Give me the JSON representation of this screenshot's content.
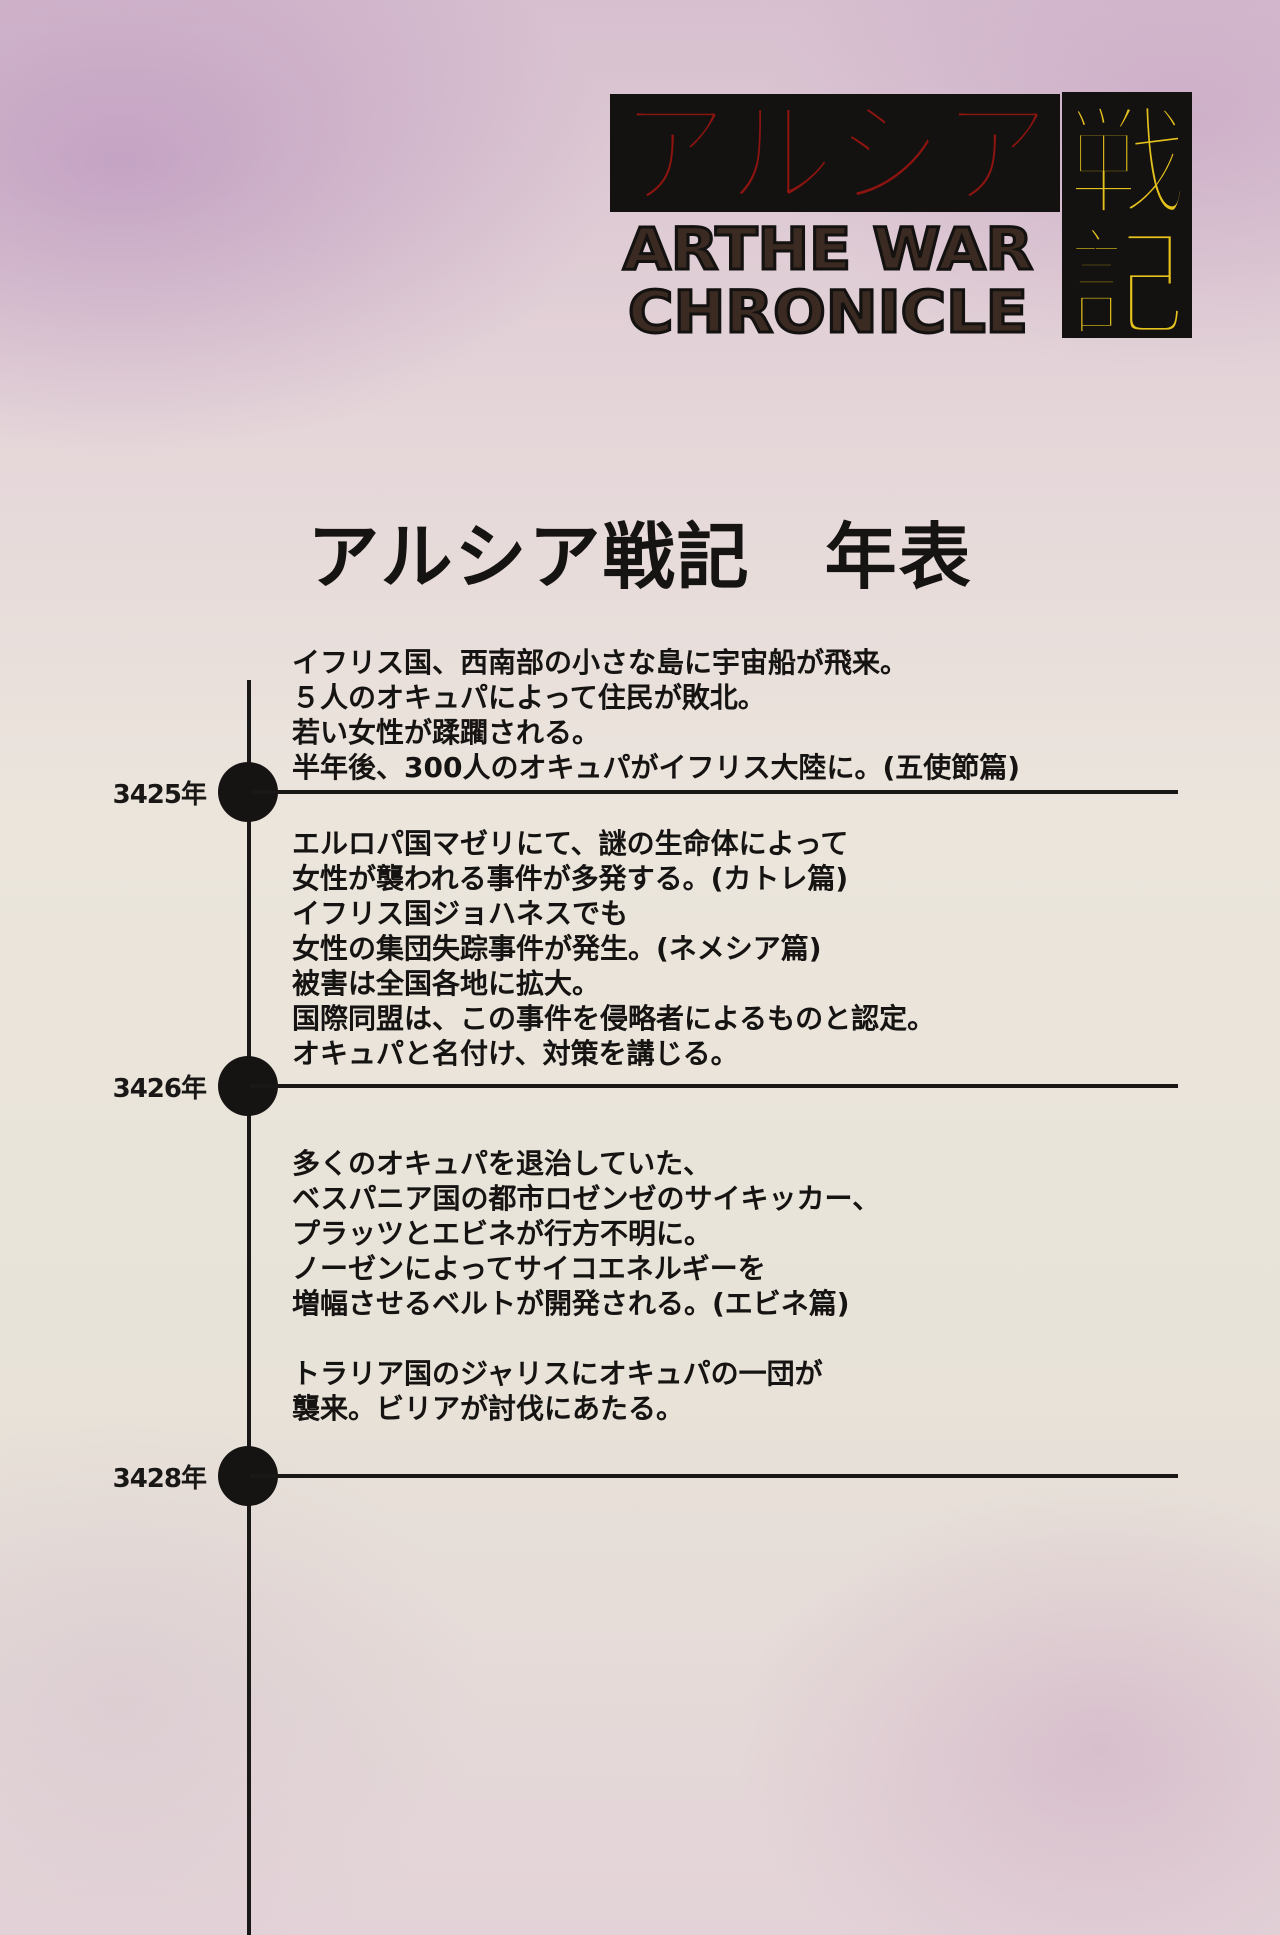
{
  "logo": {
    "katakana": "アルシア",
    "kanji_top": "戦",
    "kanji_bottom": "記",
    "english_line1": "ARTHE WAR",
    "english_line2": "CHRONICLE",
    "colors": {
      "katakana": "#8e1410",
      "kanji": "#e6c21c",
      "english": "#3a2a22",
      "outline": "#141210"
    }
  },
  "title": "アルシア戦記　年表",
  "timeline": {
    "block1": {
      "lines": [
        "イフリス国、西南部の小さな島に宇宙船が飛来。",
        "５人のオキュパによって住民が敗北。",
        "若い女性が蹂躙される。",
        "半年後、300人のオキュパがイフリス大陸に。(五使節篇)"
      ]
    },
    "year1": "3425年",
    "block2": {
      "lines": [
        "エルロパ国マゼリにて、謎の生命体によって",
        "女性が襲われる事件が多発する。(カトレ篇)",
        "イフリス国ジョハネスでも",
        "女性の集団失踪事件が発生。(ネメシア篇)",
        "被害は全国各地に拡大。",
        "国際同盟は、この事件を侵略者によるものと認定。",
        "オキュパと名付け、対策を講じる。"
      ]
    },
    "year2": "3426年",
    "block3": {
      "lines": [
        "多くのオキュパを退治していた、",
        "ベスパニア国の都市ロゼンゼのサイキッカー、",
        "プラッツとエビネが行方不明に。",
        "ノーゼンによってサイコエネルギーを",
        "増幅させるベルトが開発される。(エビネ篇)"
      ],
      "lines_after_gap": [
        "トラリア国のジャリスにオキュパの一団が",
        "襲来。ビリアが討伐にあたる。"
      ]
    },
    "year3": "3428年"
  }
}
